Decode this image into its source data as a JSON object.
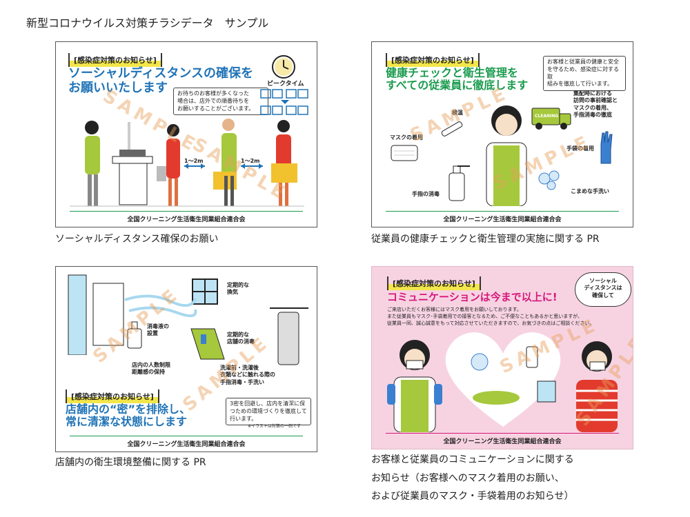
{
  "page": {
    "title": "新型コロナウイルス対策チラシデータ　サンプル"
  },
  "tag": "[感染症対策のお知らせ]",
  "footer": "全国クリーニング生活衛生同業組合連合会",
  "cards": {
    "distance": {
      "headline_1": "ソーシャルディスタンスの確保を",
      "headline_2": "お願いいたします",
      "note_lines": [
        "お待ちのお客様が多くなった",
        "場合は、店外での順番待ちを",
        "お願いすることがございます。"
      ],
      "peak": "ピークタイム",
      "dist_1": "1〜2m",
      "dist_2": "1〜2m",
      "caption": "ソーシャルディスタンス確保のお願い"
    },
    "health": {
      "headline_1": "健康チェックと衛生管理を",
      "headline_2": "すべての従業員に徹底します",
      "note_lines": [
        "お客様と従業員の健康と安全",
        "を守るため、感染症に対する取",
        "組みを徹底して行います。"
      ],
      "delivery_lines": [
        "集配時における",
        "訪問の事前確認と",
        "マスクの着用、",
        "手指消毒の徹底"
      ],
      "van_text": "CLEANING",
      "temp": "検温",
      "mask": "マスクの着用",
      "gloves": "手袋の着用",
      "sanitize": "手指の消毒",
      "wash": "こまめな手洗い",
      "caption": "従業員の健康チェックと衛生管理の実施に関する PR"
    },
    "store": {
      "vent_1": "定期的な",
      "vent_2": "換気",
      "dispenser_1": "消毒液の",
      "dispenser_2": "設置",
      "clean_1": "定期的な",
      "clean_2": "店舗の消毒",
      "distance_1": "店内の人数制限",
      "distance_2": "距離感の保持",
      "wash_lines": [
        "洗濯前・洗濯後",
        "衣類などに触れる際の",
        "手指消毒・手洗い"
      ],
      "headline_1": "店舗内の“密”を排除し、",
      "headline_2": "常に清潔な状態にします",
      "note_lines": [
        "3密を回避し、店内を清潔に保",
        "つための環境づくりを徹底して",
        "行います。"
      ],
      "small": "※イラストは対策の一例です",
      "caption": "店舗内の衛生環境整備に関する PR"
    },
    "communication": {
      "headline": "コミュニケーションは今まで以上に!",
      "bubble_lines": [
        "ソーシャル",
        "ディスタンスは",
        "確保して"
      ],
      "body_lines": [
        "ご来店いただくお客様にはマスク着用をお願いしております。",
        "また従業員もマスク･手袋着用での接客となるため、ご不便なこともあるかと思いますが、",
        "従業員一同、誠心誠意をもって対応させていただきますので、お気づきの点はご相談ください。"
      ],
      "caption_lines": [
        "お客様と従業員のコミュニケーションに関する",
        "お知らせ（お客様へのマスク着用のお願い、",
        "および従業員のマスク・手袋着用のお知らせ）"
      ]
    }
  },
  "watermark": "SAMPLE",
  "colors": {
    "blue": "#1f73b7",
    "green": "#1a9b4e",
    "magenta": "#d6167a",
    "pink": "#f7d3e2",
    "highlight": "#f3e64a"
  }
}
